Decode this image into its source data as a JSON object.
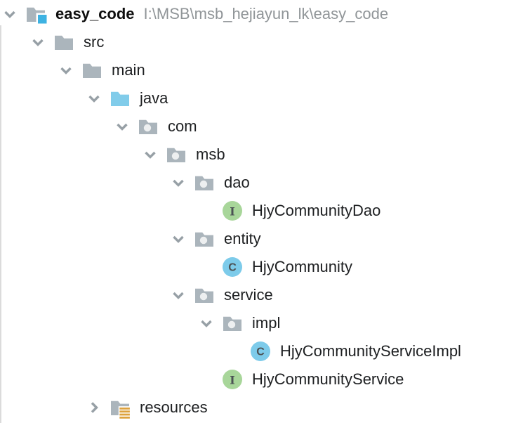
{
  "panel": {
    "type": "project-tree",
    "background": "#ffffff"
  },
  "colors": {
    "chevron": "#97a0a6",
    "folder": "#abb5bc",
    "source_folder": "#81ccea",
    "project_accent": "#3db2e2",
    "package_dot": "#edeff0",
    "interface_bg": "#a8d69a",
    "class_bg": "#7dcbea",
    "symbol_glyph": "#4b5154",
    "resources_lines": "#dda23f",
    "label_text": "#1d1f21",
    "path_text": "#909598"
  },
  "tree": {
    "rows": [
      {
        "label": "easy_code",
        "path_suffix": "I:\\MSB\\msb_hejiayun_lk\\easy_code",
        "level": 0,
        "icon": "project-folder",
        "chevron": "expanded",
        "bold": true
      },
      {
        "label": "src",
        "level": 1,
        "icon": "folder",
        "chevron": "expanded"
      },
      {
        "label": "main",
        "level": 2,
        "icon": "folder",
        "chevron": "expanded"
      },
      {
        "label": "java",
        "level": 3,
        "icon": "source-folder",
        "chevron": "expanded"
      },
      {
        "label": "com",
        "level": 4,
        "icon": "package",
        "chevron": "expanded"
      },
      {
        "label": "msb",
        "level": 5,
        "icon": "package",
        "chevron": "expanded"
      },
      {
        "label": "dao",
        "level": 6,
        "icon": "package",
        "chevron": "expanded"
      },
      {
        "label": "HjyCommunityDao",
        "level": 7,
        "icon": "interface",
        "chevron": "none"
      },
      {
        "label": "entity",
        "level": 6,
        "icon": "package",
        "chevron": "expanded"
      },
      {
        "label": "HjyCommunity",
        "level": 7,
        "icon": "class",
        "chevron": "none"
      },
      {
        "label": "service",
        "level": 6,
        "icon": "package",
        "chevron": "expanded"
      },
      {
        "label": "impl",
        "level": 7,
        "icon": "package",
        "chevron": "expanded"
      },
      {
        "label": "HjyCommunityServiceImpl",
        "level": 8,
        "icon": "class",
        "chevron": "none"
      },
      {
        "label": "HjyCommunityService",
        "level": 7,
        "icon": "interface",
        "chevron": "none"
      },
      {
        "label": "resources",
        "level": 3,
        "icon": "resources-folder",
        "chevron": "collapsed"
      }
    ]
  }
}
